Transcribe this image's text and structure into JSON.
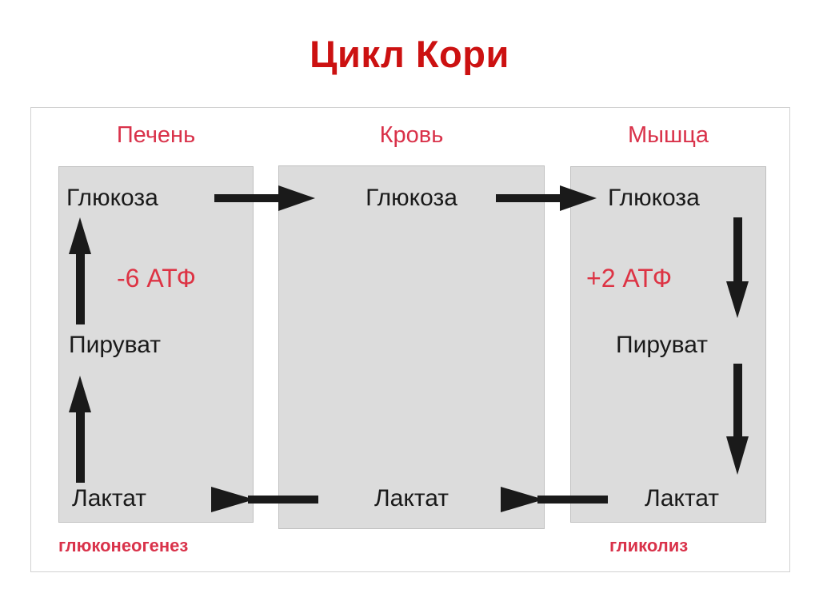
{
  "title": "Цикл Кори",
  "columns": {
    "liver": {
      "header": "Печень"
    },
    "blood": {
      "header": "Кровь"
    },
    "muscle": {
      "header": "Мышца"
    }
  },
  "metabolites": {
    "glucose": "Глюкоза",
    "pyruvate": "Пируват",
    "lactate": "Лактат"
  },
  "nodes": {
    "glucose_liver": "Глюкоза",
    "glucose_blood": "Глюкоза",
    "glucose_muscle": "Глюкоза",
    "pyruvate_liver": "Пируват",
    "pyruvate_muscle": "Пируват",
    "lactate_liver": "Лактат",
    "lactate_blood": "Лактат",
    "lactate_muscle": "Лактат"
  },
  "annotations": {
    "atp_liver": "-6 АТФ",
    "atp_muscle": "+2 АТФ"
  },
  "captions": {
    "gluconeogenesis": "глюконеогенез",
    "glycolysis": "гликолиз"
  },
  "colors": {
    "title_red": "#cc1111",
    "header_red": "#d9324a",
    "atp_red": "#dd3344",
    "caption_red": "#d9324a",
    "panel_gray": "#dcdcdc",
    "panel_border": "#c0c0c0",
    "frame_border": "#d2d2d2",
    "arrow_black": "#1a1a1a",
    "text_black": "#1a1a1a",
    "background": "#ffffff"
  },
  "arrows": [
    {
      "name": "glucose-liver-to-blood",
      "direction": "right"
    },
    {
      "name": "glucose-blood-to-muscle",
      "direction": "right"
    },
    {
      "name": "lactate-blood-to-liver",
      "direction": "left"
    },
    {
      "name": "lactate-muscle-to-blood",
      "direction": "left"
    },
    {
      "name": "liver-pyruvate-to-glucose",
      "direction": "up"
    },
    {
      "name": "liver-lactate-to-pyruvate",
      "direction": "up"
    },
    {
      "name": "muscle-glucose-to-pyruvate",
      "direction": "down"
    },
    {
      "name": "muscle-pyruvate-to-lactate",
      "direction": "down"
    }
  ]
}
